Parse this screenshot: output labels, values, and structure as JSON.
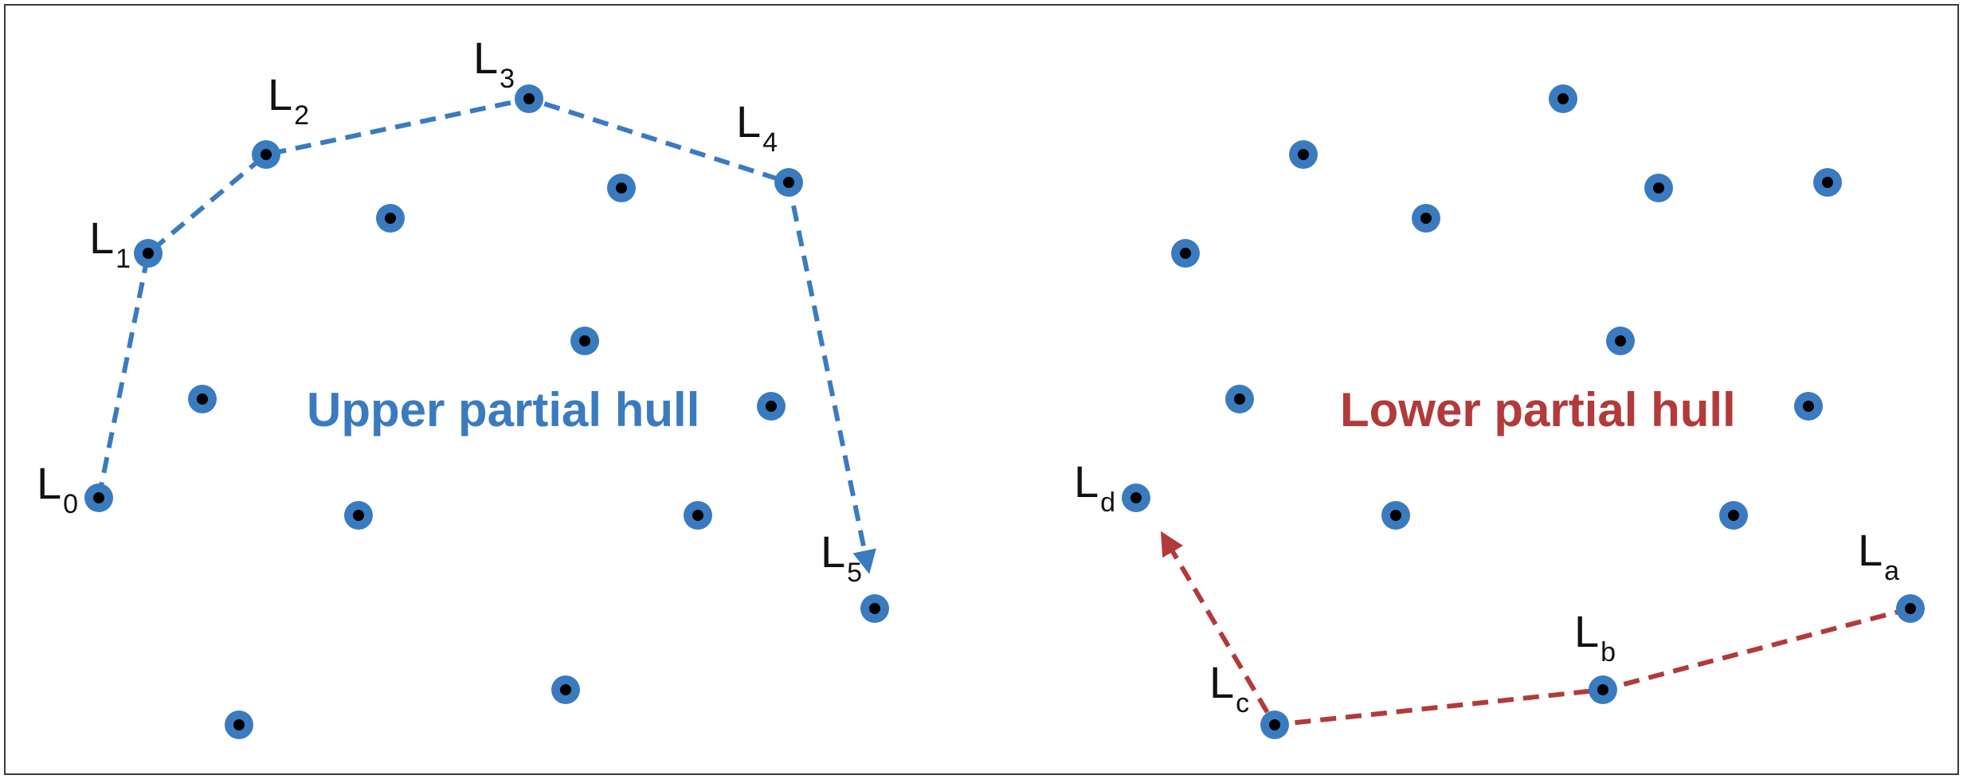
{
  "left_panel": {
    "title": "Upper partial hull",
    "title_color": "#3a7bc0",
    "path_color": "#3a7bc0",
    "labels": [
      {
        "main": "L",
        "sub": "0"
      },
      {
        "main": "L",
        "sub": "1"
      },
      {
        "main": "L",
        "sub": "2"
      },
      {
        "main": "L",
        "sub": "3"
      },
      {
        "main": "L",
        "sub": "4"
      },
      {
        "main": "L",
        "sub": "5"
      }
    ]
  },
  "right_panel": {
    "title": "Lower partial hull",
    "title_color": "#b23a3a",
    "path_color": "#b23a3a",
    "labels": [
      {
        "main": "L",
        "sub": "a"
      },
      {
        "main": "L",
        "sub": "b"
      },
      {
        "main": "L",
        "sub": "c"
      },
      {
        "main": "L",
        "sub": "d"
      }
    ]
  },
  "point_style": {
    "ring_color": "#3a7bc0",
    "center_color": "#000000"
  }
}
